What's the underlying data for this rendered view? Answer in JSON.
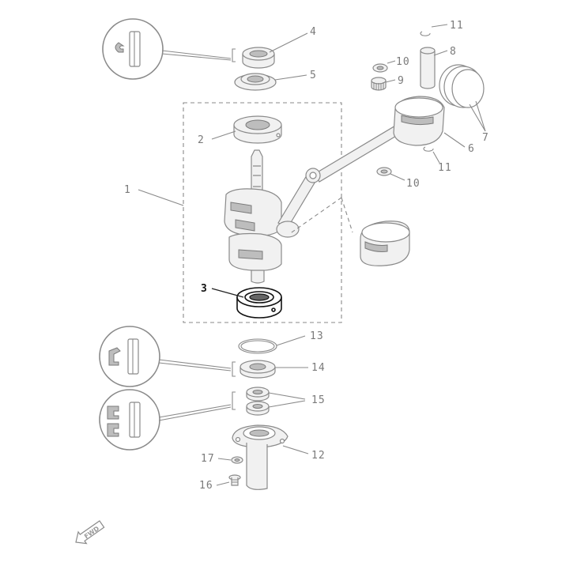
{
  "diagram": {
    "highlighted_callout": "3",
    "callouts": [
      {
        "id": "c1",
        "text": "1"
      },
      {
        "id": "c2",
        "text": "2"
      },
      {
        "id": "c3",
        "text": "3"
      },
      {
        "id": "c4",
        "text": "4"
      },
      {
        "id": "c5",
        "text": "5"
      },
      {
        "id": "c6",
        "text": "6"
      },
      {
        "id": "c7",
        "text": "7"
      },
      {
        "id": "c8",
        "text": "8"
      },
      {
        "id": "c9",
        "text": "9"
      },
      {
        "id": "c10a",
        "text": "10"
      },
      {
        "id": "c10b",
        "text": "10"
      },
      {
        "id": "c11a",
        "text": "11"
      },
      {
        "id": "c11b",
        "text": "11"
      },
      {
        "id": "c12",
        "text": "12"
      },
      {
        "id": "c13",
        "text": "13"
      },
      {
        "id": "c14",
        "text": "14"
      },
      {
        "id": "c15",
        "text": "15"
      },
      {
        "id": "c16",
        "text": "16"
      },
      {
        "id": "c17",
        "text": "17"
      }
    ],
    "fwd_badge": "FWD",
    "colors": {
      "line": "#8a8a8a",
      "highlight": "#111111",
      "background": "#ffffff"
    }
  }
}
